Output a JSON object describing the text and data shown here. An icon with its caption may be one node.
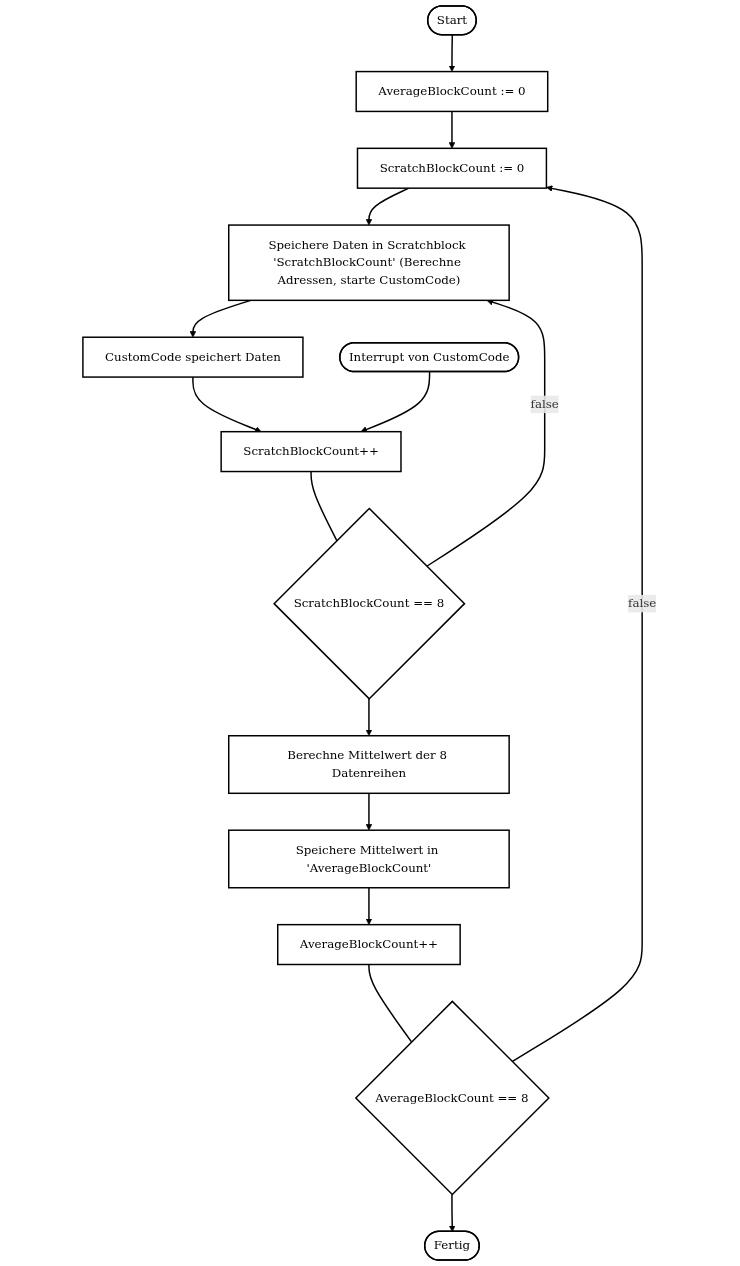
{
  "diagram": {
    "nodes": [
      {
        "text": [
          "Start"
        ]
      },
      {
        "text": [
          "AverageBlockCount := 0"
        ]
      },
      {
        "text": [
          "ScratchBlockCount := 0"
        ]
      },
      {
        "text": [
          "Speichere Daten in Scratchblock 'ScratchBlockCount' (Berechne Adressen, starte CustomCode)"
        ]
      },
      {
        "text": [
          "CustomCode speichert Daten"
        ]
      },
      {
        "text": [
          "Interrupt von CustomCode"
        ]
      },
      {
        "text": [
          "ScratchBlockCount++"
        ]
      },
      {
        "text": [
          "ScratchBlockCount == 8"
        ]
      },
      {
        "text": [
          "Berechne Mittelwert der 8 Datenreihen"
        ]
      },
      {
        "text": [
          "Speichere Mittelwert in 'AverageBlockCount'"
        ]
      },
      {
        "text": [
          "AverageBlockCount++"
        ]
      },
      {
        "text": [
          "AverageBlockCount == 8"
        ]
      },
      {
        "text": [
          "Fertig"
        ]
      }
    ],
    "edges": [
      {
        "from": 0,
        "to": 1,
        "arrow": "to"
      },
      {
        "from": 1,
        "to": 2,
        "arrow": "to"
      },
      {
        "from": 2,
        "to": 3,
        "arrow": "to"
      },
      {
        "from": 3,
        "to": 4,
        "arrow": "to"
      },
      {
        "from": 4,
        "to": 6,
        "arrow": "to"
      },
      {
        "from": 5,
        "to": 6,
        "arrow": "to"
      },
      {
        "from": 6,
        "to": 7,
        "arrow": "none"
      },
      {
        "from": 7,
        "to": 3,
        "arrow": "to",
        "label": "false"
      },
      {
        "from": 7,
        "to": 8,
        "arrow": "to"
      },
      {
        "from": 8,
        "to": 9,
        "arrow": "to"
      },
      {
        "from": 9,
        "to": 10,
        "arrow": "to"
      },
      {
        "from": 10,
        "to": 11,
        "arrow": "none"
      },
      {
        "from": 11,
        "to": 2,
        "arrow": "to",
        "label": "false"
      },
      {
        "from": 11,
        "to": 12,
        "arrow": "to"
      }
    ]
  }
}
